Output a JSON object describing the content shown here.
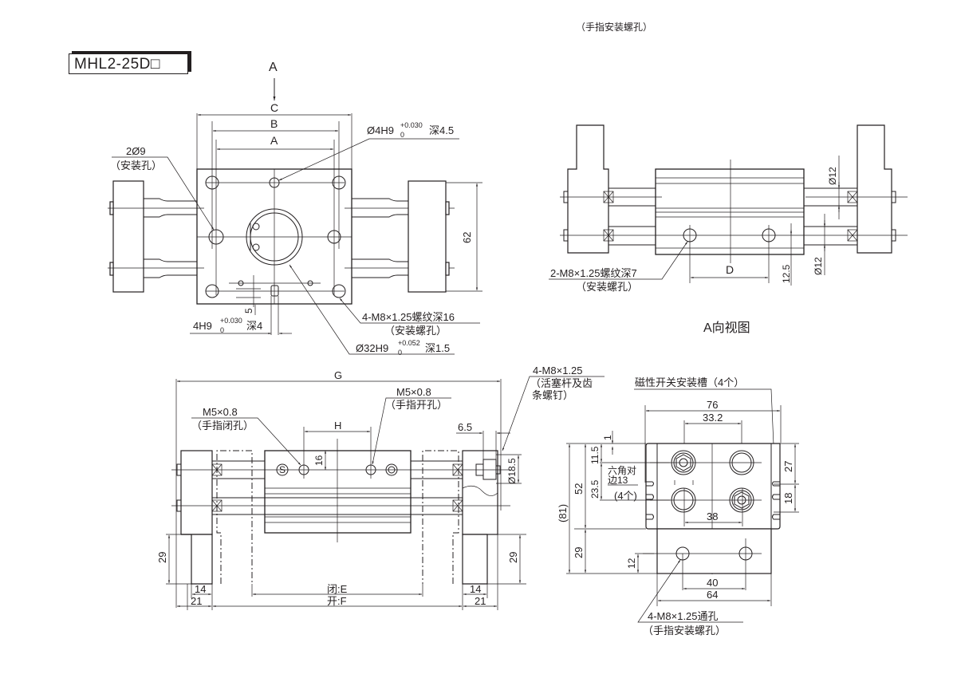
{
  "header": {
    "top_note": "（手指安装螺孔）",
    "model_label": "MHL2-25D□"
  },
  "top_view": {
    "view_arrow_label": "A",
    "dim_C": "C",
    "dim_B": "B",
    "dim_A": "A",
    "dim_62": "62",
    "dim_5": "5",
    "callout_2phi9": "2Ø9",
    "callout_2phi9_note": "（安装孔）",
    "callout_phi4": "Ø4H9",
    "callout_phi4_tol_upper": "+0.030",
    "callout_phi4_tol_lower": "0",
    "callout_phi4_depth": "深4.5",
    "callout_4h9": "4H9",
    "callout_4h9_tol_upper": "+0.030",
    "callout_4h9_tol_lower": "0",
    "callout_4h9_depth": "深4",
    "callout_m8_16": "4-M8×1.25螺纹深16",
    "callout_m8_16_note": "（安装螺孔）",
    "callout_phi32": "Ø32H9",
    "callout_phi32_tol_upper": "+0.052",
    "callout_phi32_tol_lower": "0",
    "callout_phi32_depth": "深1.5"
  },
  "a_view": {
    "title": "A向视图",
    "dim_phi12_top": "Ø12",
    "dim_phi12_bottom": "Ø12",
    "dim_12_5": "12.5",
    "dim_D": "D",
    "callout_m8_7": "2-M8×1.25螺纹深7",
    "callout_m8_7_note": "（安装螺孔）"
  },
  "front_view": {
    "dim_G": "G",
    "dim_H": "H",
    "dim_16": "16",
    "dim_6_5": "6.5",
    "dim_phi18_5": "Ø18.5",
    "dim_29_left": "29",
    "dim_29_right": "29",
    "dim_14_left": "14",
    "dim_21_left": "21",
    "dim_14_right": "14",
    "dim_21_right": "21",
    "dim_closed": "闭:E",
    "dim_open": "开:F",
    "callout_close_port": "M5×0.8",
    "callout_close_port_note": "（手指闭孔）",
    "callout_open_port": "M5×0.8",
    "callout_open_port_note": "（手指开孔）",
    "callout_rod": "4-M8×1.25",
    "callout_rod_note_1": "（活塞杆及齿",
    "callout_rod_note_2": "条螺钉）",
    "port_mark_s": "S",
    "port_mark_o": "O"
  },
  "side_view": {
    "callout_switch_slot": "磁性开关安装槽（4个）",
    "dim_76": "76",
    "dim_33_2": "33.2",
    "dim_1": "1",
    "dim_11_5": "11.5",
    "dim_23_5": "23.5",
    "dim_52": "52",
    "dim_81": "(81)",
    "dim_29": "29",
    "dim_12": "12",
    "dim_27": "27",
    "dim_18": "18",
    "dim_38": "38",
    "dim_40": "40",
    "dim_64": "64",
    "hex_note_1": "六角对",
    "hex_note_2": "边13",
    "hex_note_count": "(4个)",
    "callout_finger_holes": "4-M8×1.25通孔",
    "callout_finger_holes_note": "（手指安装螺孔）"
  }
}
